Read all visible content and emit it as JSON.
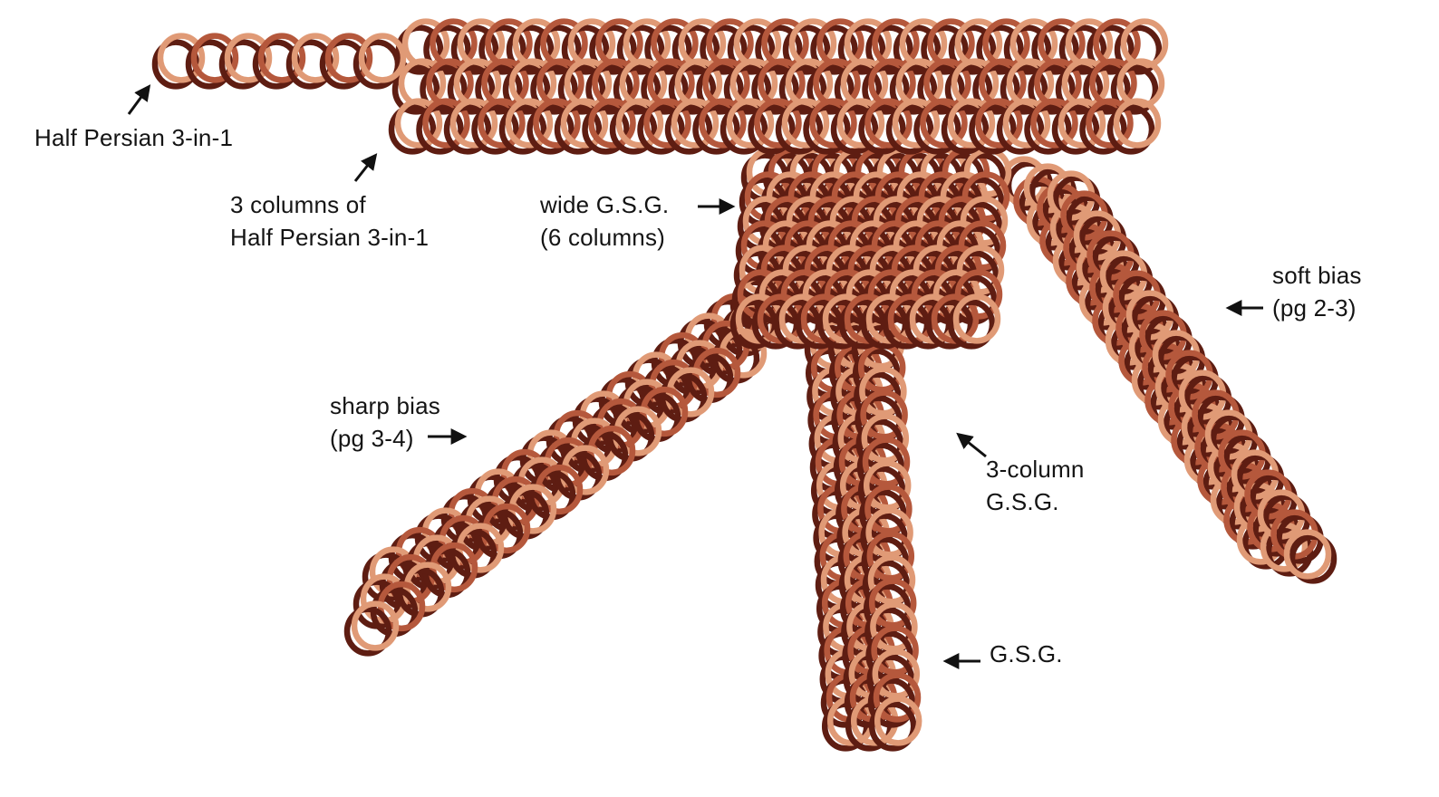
{
  "palette": {
    "background": "#ffffff",
    "ring_light": "#e09a76",
    "ring_mid": "#b5583c",
    "ring_dark": "#5e1d12",
    "arrow": "#111111"
  },
  "labels": {
    "half_persian": {
      "lines": [
        "Half Persian 3-in-1"
      ]
    },
    "three_columns": {
      "lines": [
        "3 columns of",
        "Half Persian 3-in-1"
      ]
    },
    "wide_gsg": {
      "lines": [
        "wide G.S.G.",
        "(6 columns)"
      ]
    },
    "soft_bias": {
      "lines": [
        "soft bias",
        "(pg 2-3)"
      ]
    },
    "sharp_bias": {
      "lines": [
        "sharp bias",
        "(pg 3-4)"
      ]
    },
    "three_column_gsg": {
      "lines": [
        "3-column",
        "G.S.G."
      ]
    },
    "gsg": {
      "lines": [
        "G.S.G."
      ]
    }
  }
}
